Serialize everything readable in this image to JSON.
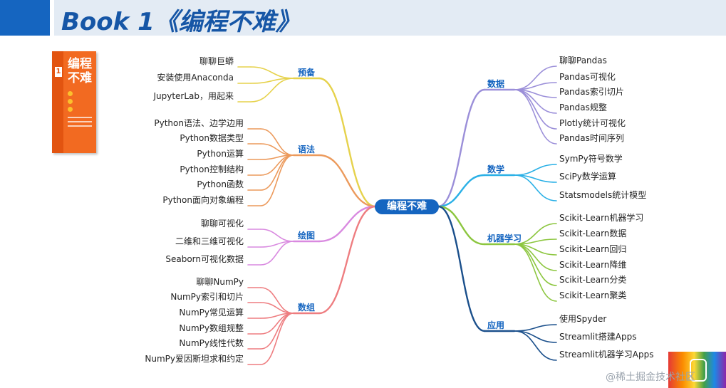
{
  "header": {
    "title": "Book 1《编程不难》"
  },
  "book": {
    "cover_title": "编程不难",
    "cover_number": "1"
  },
  "mindmap": {
    "center": "编程不难",
    "left_branches": [
      {
        "label": "预备",
        "color": "#e6d24c",
        "items": [
          "聊聊巨蟒",
          "安装使用Anaconda",
          "JupyterLab，用起来"
        ]
      },
      {
        "label": "语法",
        "color": "#ec9a5c",
        "items": [
          "Python语法、边学边用",
          "Python数据类型",
          "Python运算",
          "Python控制结构",
          "Python函数",
          "Python面向对象编程"
        ]
      },
      {
        "label": "绘图",
        "color": "#d98ae0",
        "items": [
          "聊聊可视化",
          "二维和三维可视化",
          "Seaborn可视化数据"
        ]
      },
      {
        "label": "数组",
        "color": "#ee7d80",
        "items": [
          "聊聊NumPy",
          "NumPy索引和切片",
          "NumPy常见运算",
          "NumPy数组规整",
          "NumPy线性代数",
          "NumPy爱因斯坦求和约定"
        ]
      }
    ],
    "right_branches": [
      {
        "label": "数据",
        "color": "#9b8fd9",
        "items": [
          "聊聊Pandas",
          "Pandas可视化",
          "Pandas索引切片",
          "Pandas规整",
          "Plotly统计可视化",
          "Pandas时间序列"
        ]
      },
      {
        "label": "数学",
        "color": "#2ab0e6",
        "items": [
          "SymPy符号数学",
          "SciPy数学运算",
          "Statsmodels统计模型"
        ]
      },
      {
        "label": "机器学习",
        "color": "#8cc63f",
        "items": [
          "Scikit-Learn机器学习",
          "Scikit-Learn数据",
          "Scikit-Learn回归",
          "Scikit-Learn降维",
          "Scikit-Learn分类",
          "Scikit-Learn聚类"
        ]
      },
      {
        "label": "应用",
        "color": "#1a4f8b",
        "items": [
          "使用Spyder",
          "Streamlit搭建Apps",
          "Streamlit机器学习Apps"
        ]
      }
    ]
  },
  "watermark": {
    "text": "@稀土掘金技术社区"
  }
}
